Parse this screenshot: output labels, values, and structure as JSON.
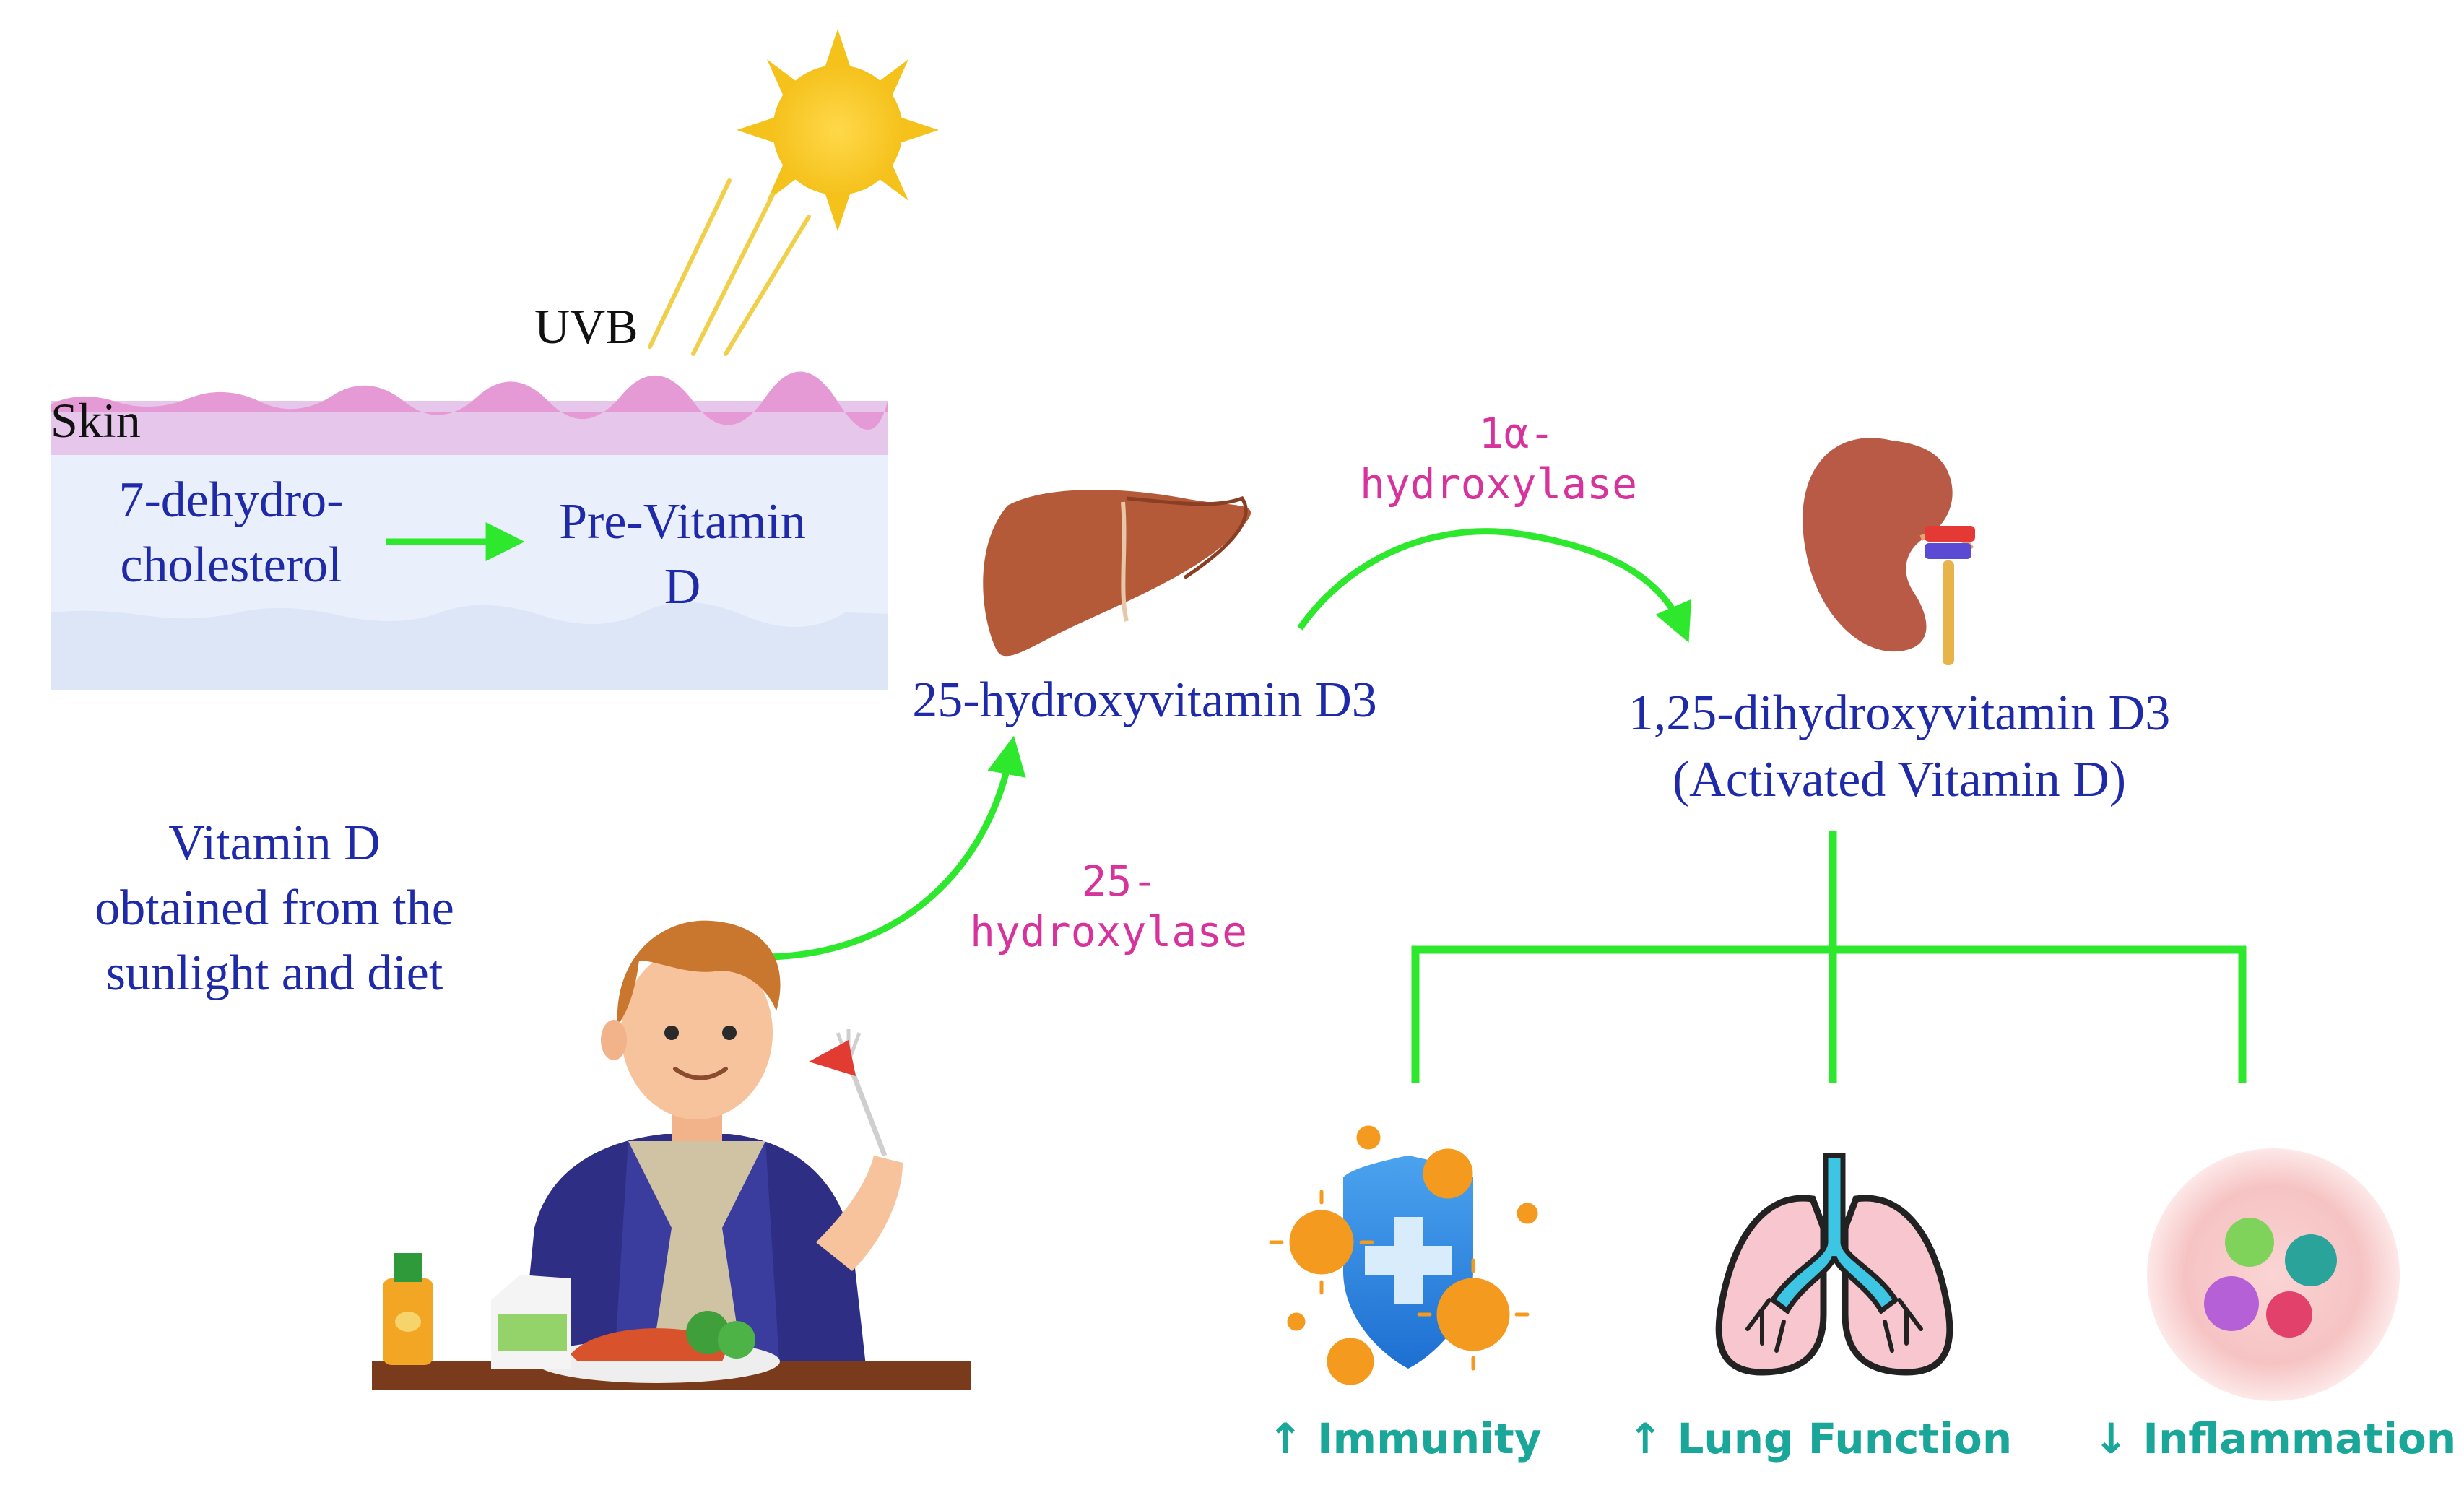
{
  "labels": {
    "uvb": "UVB",
    "skin": "Skin",
    "dehydro_line1": "7-dehydro-",
    "dehydro_line2": "cholesterol",
    "previtamin_line1": "Pre-Vitamin",
    "previtamin_line2": "D",
    "hydroxyvitamin": "25-hydroxyvitamin D3",
    "dihydroxy_line1": "1,25-dihydroxyvitamin D3",
    "dihydroxy_line2": "(Activated Vitamin D)",
    "source_line1": "Vitamin D",
    "source_line2": "obtained from the",
    "source_line3": "sunlight and diet"
  },
  "enzymes": {
    "one_alpha_line1": "1α-",
    "one_alpha_line2": "hydroxylase",
    "twentyfive_line1": "25-",
    "twentyfive_line2": "hydroxylase"
  },
  "effects": [
    {
      "arrow": "↑",
      "label": "Immunity",
      "icon": "immunity-shield-virus-icon"
    },
    {
      "arrow": "↑",
      "label": "Lung Function",
      "icon": "lungs-icon"
    },
    {
      "arrow": "↓",
      "label": "Inflammation",
      "icon": "inflammation-cells-icon"
    }
  ],
  "colors": {
    "arrow_green": "#2ee82e",
    "label_blue": "#1f2aa8",
    "enzyme_pink": "#d6339c",
    "effect_teal": "#1aa79a"
  }
}
